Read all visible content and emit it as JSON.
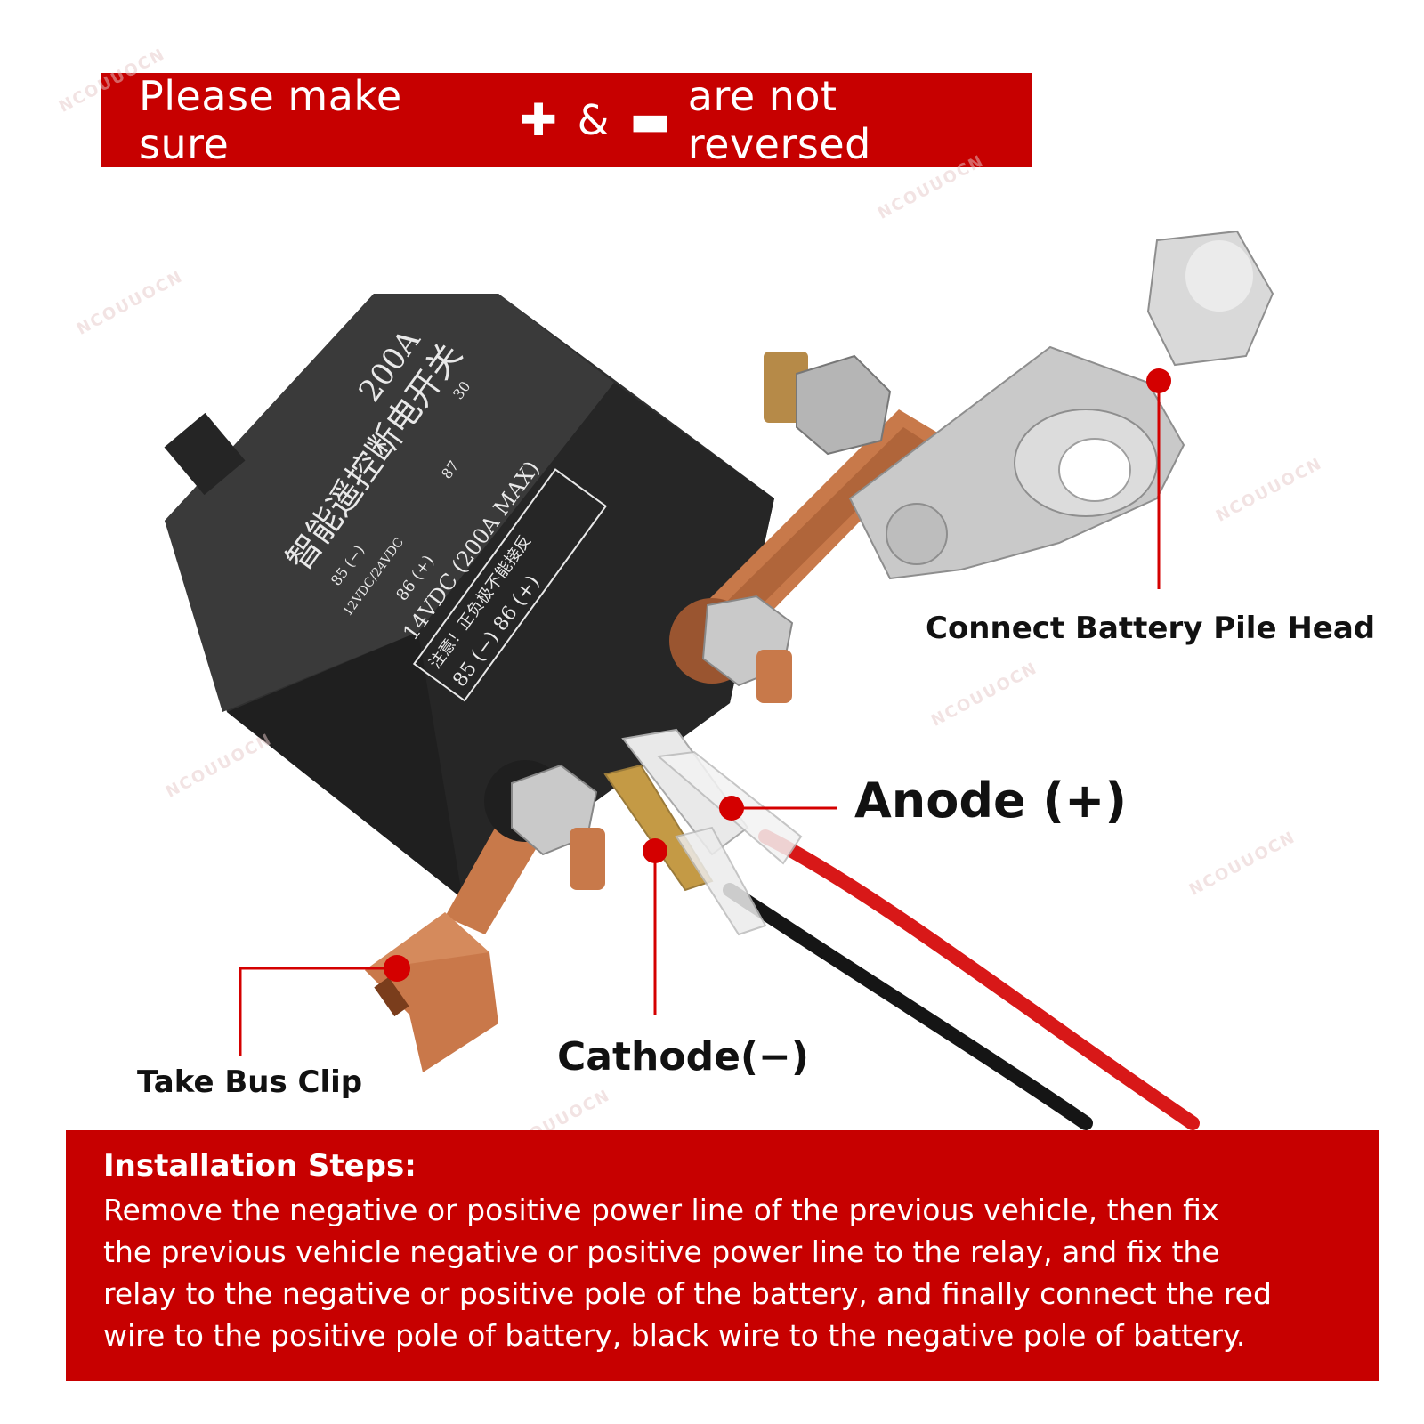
{
  "banner_top": {
    "text_before": "Please make sure",
    "plus_symbol": "✚",
    "ampersand": "&",
    "minus_symbol": "▬",
    "text_after": "are not reversed"
  },
  "relay": {
    "rating": "200A",
    "title_cn": "智能遥控断电开关",
    "pin_30": "30",
    "pin_87": "87",
    "pin_85": "85 (−)",
    "pin_86": "86 (+)",
    "voltage_range": "12VDC/24VDC",
    "voltage": "14VDC (200A MAX)",
    "warning_cn": "注意！正负极不能接反",
    "bottom_pins": "85 (−)  86 (+)"
  },
  "labels": {
    "battery_pile_head": "Connect Battery Pile Head",
    "anode": "Anode (+)",
    "cathode": "Cathode(−)",
    "bus_clip": "Take Bus Clip"
  },
  "banner_bottom": {
    "title": "Installation Steps:",
    "lines": [
      "Remove the negative or positive power line of the previous vehicle, then fix",
      "the previous vehicle negative or positive power line to the relay, and fix the",
      "relay to the negative or positive pole of the battery, and finally connect the red",
      "wire to the positive pole of battery, black wire to the negative pole of battery."
    ]
  },
  "watermark": "NCOUUOCN",
  "colors": {
    "banner_red": "#c70000",
    "marker_red": "#d40000",
    "relay_body": "#2a2a2a",
    "copper": "#c8794a",
    "silver": "#c9c9c9",
    "wire_red": "#d81818",
    "wire_black": "#151515"
  }
}
